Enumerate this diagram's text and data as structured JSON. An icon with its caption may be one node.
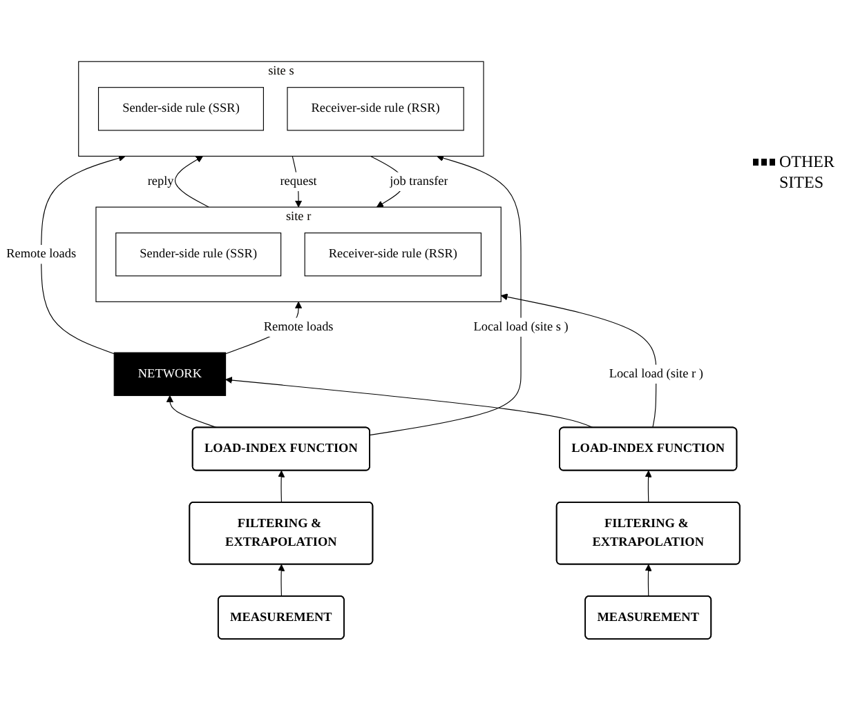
{
  "diagram": {
    "nodes": [
      {
        "text": [
          "site s"
        ]
      },
      {
        "text": [
          "Sender-side rule (SSR)"
        ],
        "in": 0
      },
      {
        "text": [
          "Receiver-side rule (RSR)"
        ],
        "in": 0
      },
      {
        "text": [
          "site r"
        ]
      },
      {
        "text": [
          "Sender-side rule (SSR)"
        ],
        "in": 3
      },
      {
        "text": [
          "Receiver-side rule (RSR)"
        ],
        "in": 3
      },
      {
        "text": [
          "LOAD-INDEX FUNCTION"
        ]
      },
      {
        "text": [
          "FILTERING & EXTRAPOLATION"
        ]
      },
      {
        "text": [
          "MEASUREMENT"
        ]
      },
      {
        "text": [
          "LOAD-INDEX FUNCTION"
        ]
      },
      {
        "text": [
          "FILTERING & EXTRAPOLATION"
        ]
      },
      {
        "text": [
          "MEASUREMENT"
        ]
      },
      {
        "text": [
          "NETWORK"
        ]
      }
    ],
    "edges": [
      {
        "from": 0,
        "to": 3,
        "arrow": "to",
        "label": "request"
      },
      {
        "from": 3,
        "to": 0,
        "arrow": "to",
        "label": "reply"
      },
      {
        "from": 0,
        "to": 3,
        "arrow": "to",
        "label": "job transfer"
      },
      {
        "from": 12,
        "to": 0,
        "arrow": "to",
        "label": "Remote loads"
      },
      {
        "from": 6,
        "to": 0,
        "arrow": "to",
        "label": "Local load (site s )"
      },
      {
        "from": 6,
        "to": 12,
        "arrow": "to"
      },
      {
        "from": 7,
        "to": 6,
        "arrow": "to"
      },
      {
        "from": 8,
        "to": 7,
        "arrow": "to"
      },
      {
        "from": 12,
        "to": 3,
        "arrow": "to",
        "label": "Remote loads"
      },
      {
        "from": 9,
        "to": 3,
        "arrow": "to",
        "label": "Local load (site r )"
      },
      {
        "from": 9,
        "to": 12,
        "arrow": "to"
      },
      {
        "from": 10,
        "to": 9,
        "arrow": "to"
      },
      {
        "from": 11,
        "to": 10,
        "arrow": "to"
      }
    ],
    "labels": [
      "OTHER SITES"
    ]
  }
}
